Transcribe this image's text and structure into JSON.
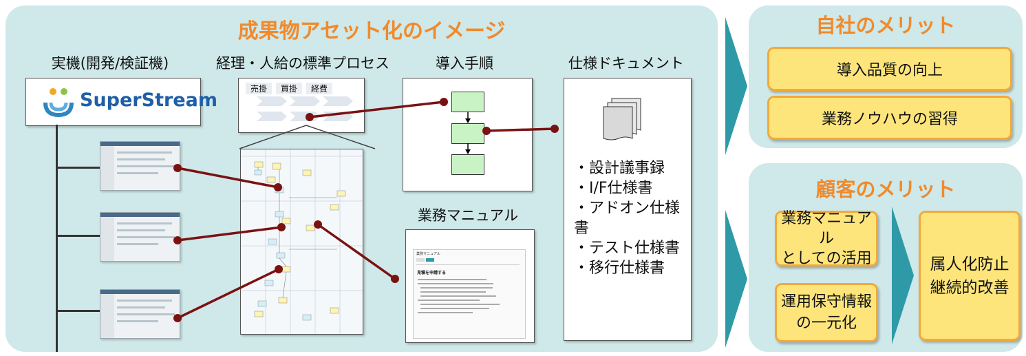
{
  "main": {
    "title": "成果物アセット化のイメージ",
    "col_machine": "実機(開発/検証機)",
    "col_process": "経理・人給の標準プロセス",
    "col_procedure": "導入手順",
    "col_spec": "仕様ドキュメント",
    "col_manual": "業務マニュアル",
    "logo_text": "SuperStream",
    "process_tabs": [
      "売掛",
      "買掛",
      "経費"
    ],
    "spec_items": [
      "・設計議事録",
      "・I/F仕様書",
      "・アドオン仕様書",
      "・テスト仕様書",
      "・移行仕様書"
    ],
    "manual_header": "業務マニュアル",
    "manual_heading": "見積を申請する"
  },
  "company": {
    "title": "自社のメリット",
    "items": [
      "導入品質の向上",
      "業務ノウハウの習得"
    ]
  },
  "customer": {
    "title": "顧客のメリット",
    "left_items": [
      "業務マニュアル\nとしての活用",
      "運用保守情報\nの一元化"
    ],
    "result": "属人化防止\n継続的改善"
  },
  "colors": {
    "panel": "#cfe8e9",
    "title_orange": "#f08a2c",
    "arrow_teal": "#2e9aa8",
    "connector": "#7a1212",
    "box_yellow": "#fde57c",
    "box_border": "#f3a937"
  }
}
